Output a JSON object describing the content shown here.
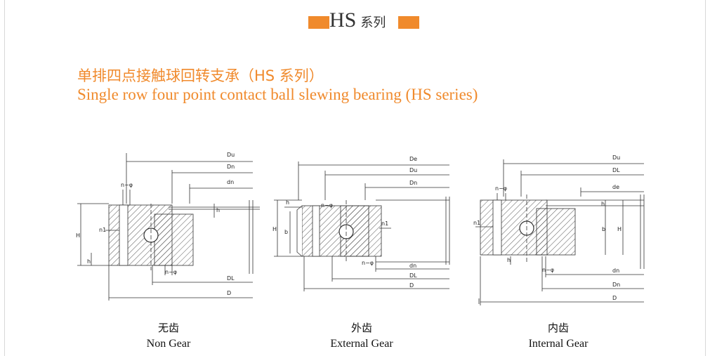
{
  "header": {
    "title": "HS",
    "title_suffix": "系列",
    "accent_color": "#f08a2c"
  },
  "subtitle": {
    "cn": "单排四点接触球回转支承（HS 系列）",
    "en": "Single row four point contact ball slewing bearing (HS series)"
  },
  "diagrams": [
    {
      "caption_cn": "无齿",
      "caption_en": "Non Gear",
      "labels": {
        "Du": "Du",
        "Dn": "Dn",
        "dn": "dn",
        "n_phi_top": "n−φ",
        "h": "h",
        "H": "H",
        "n1": "n1",
        "h_bottom": "h",
        "n_phi_bottom": "n−φ",
        "DL": "DL",
        "D": "D"
      }
    },
    {
      "caption_cn": "外齿",
      "caption_en": "External Gear",
      "labels": {
        "De": "De",
        "Du": "Du",
        "Dn": "Dn",
        "h": "h",
        "n_phi": "n−φ",
        "H": "H",
        "b": "b",
        "n1": "n1",
        "n_phi_bottom": "n−φ",
        "dn": "dn",
        "DL": "DL",
        "D": "D"
      }
    },
    {
      "caption_cn": "内齿",
      "caption_en": "Internal Gear",
      "labels": {
        "Du": "Du",
        "DL": "DL",
        "de": "de",
        "n_phi": "n−φ",
        "h": "h",
        "n1": "n1",
        "b": "b",
        "H": "H",
        "h_bottom": "h",
        "n_phi_bottom": "n−φ",
        "dn": "dn",
        "Dn": "Dn",
        "D": "D"
      }
    }
  ]
}
